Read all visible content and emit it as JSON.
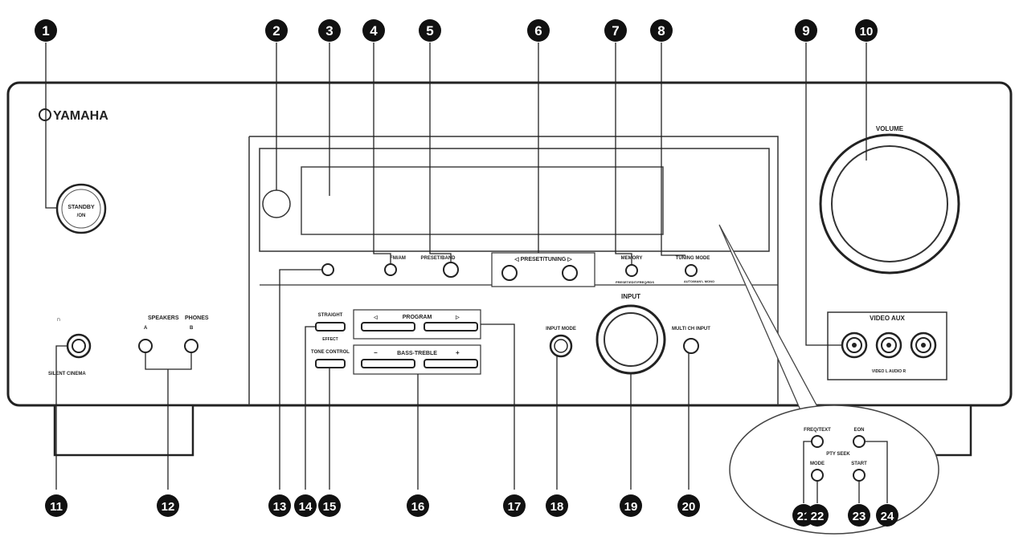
{
  "brand": "YAMAHA",
  "labels": {
    "standby": "STANDBY",
    "standby_sub": "/ON",
    "volume": "VOLUME",
    "fm_am": "FM/AM",
    "preset_band": "PRESET/BAND",
    "preset_tuning": "◁ PRESET/TUNING ▷",
    "memory": "MEMORY",
    "memory_sub": "PRESET/EDIT/FREQ/RDS",
    "tuning_mode": "TUNING MODE",
    "tuning_mode_sub": "AUTO/MAN'L MONO",
    "input": "INPUT",
    "phones": "PHONES",
    "speakers": "SPEAKERS",
    "speaker_a": "A",
    "speaker_b": "B",
    "silent_cinema": "SILENT CINEMA",
    "straight": "STRAIGHT",
    "effect": "EFFECT",
    "tone_control": "TONE CONTROL",
    "program": "PROGRAM",
    "bass_treble": "BASS-TREBLE",
    "minus": "−",
    "plus": "+",
    "input_mode": "INPUT MODE",
    "multi_ch_input": "MULTI CH INPUT",
    "video_aux": "VIDEO AUX",
    "video_aux_sub": "VIDEO  L AUDIO R",
    "freq_text": "FREQ/TEXT",
    "eon": "EON",
    "pty_seek": "PTY SEEK",
    "mode": "MODE",
    "start": "START"
  },
  "callouts": [
    "1",
    "2",
    "3",
    "4",
    "5",
    "6",
    "7",
    "8",
    "9",
    "10",
    "11",
    "12",
    "13",
    "14",
    "15",
    "16",
    "17",
    "18",
    "19",
    "20",
    "21",
    "22",
    "23",
    "24"
  ]
}
